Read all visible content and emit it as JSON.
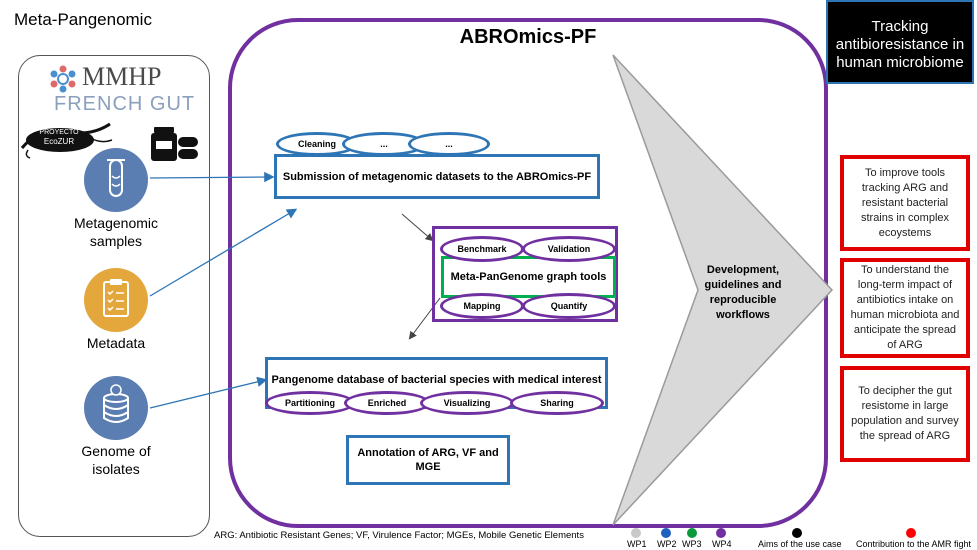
{
  "header": {
    "left_title": "Meta-Pangenomic"
  },
  "left_panel": {
    "logo_mmhp": "MMHP",
    "logo_french_gut": "FRENCH GUT",
    "logo_proyecto_line1": "PROYECTO",
    "logo_proyecto_line2": "EcoZUR",
    "sources": [
      {
        "line1": "Metagenomic",
        "line2": "samples"
      },
      {
        "line1": "Metadata",
        "line2": ""
      },
      {
        "line1": "Genome of",
        "line2": "isolates"
      }
    ]
  },
  "main": {
    "title": "ABROmics-PF",
    "top_ovals": [
      "Cleaning",
      "...",
      "..."
    ],
    "submission_box": "Submission of metagenomic datasets to the ABROmics-PF",
    "graph_tools": {
      "label": "Meta-PanGenome graph tools",
      "top_ovals": [
        "Benchmark",
        "Validation"
      ],
      "bottom_ovals": [
        "Mapping",
        "Quantify"
      ]
    },
    "pangenome_box": "Pangenome database of bacterial species with medical interest",
    "pangenome_ovals": [
      "Partitioning",
      "Enriched",
      "Visualizing",
      "Sharing"
    ],
    "annotation_box_line1": "Annotation of ARG, VF and",
    "annotation_box_line2": "MGE",
    "arrow_text": [
      "Development,",
      "guidelines and",
      "reproducible",
      "workflows"
    ]
  },
  "tracking_box": [
    "Tracking",
    "antibioresistance in",
    "human microbiome"
  ],
  "aims": [
    [
      "To improve tools",
      "tracking ARG and",
      "resistant bacterial",
      "strains in complex",
      "ecoystems"
    ],
    [
      "To understand the",
      "long-term impact of",
      "antibiotics intake on",
      "human microbiota and",
      "anticipate the spread",
      "of ARG"
    ],
    [
      "To decipher the gut",
      "resistome in large",
      "population and survey",
      "the spread of ARG"
    ]
  ],
  "footer": {
    "abbreviations": "ARG: Antibiotic Resistant Genes; VF, Virulence Factor; MGEs, Mobile Genetic Elements",
    "wp_legend": [
      {
        "label": "WP1",
        "color": "#c8c8c8"
      },
      {
        "label": "WP2",
        "color": "#1f5fbf"
      },
      {
        "label": "WP3",
        "color": "#0a9a3c"
      },
      {
        "label": "WP4",
        "color": "#7030a0"
      }
    ],
    "aims_label": "Aims of the use case",
    "contribution_label": "Contribution to  the AMR fight"
  },
  "colors": {
    "wp2_blue": "#2e75b6",
    "wp4_purple": "#7030a0",
    "wp3_green": "#00b050",
    "aim_red": "#e00000",
    "arrow_gray": "#d9d9d9"
  }
}
